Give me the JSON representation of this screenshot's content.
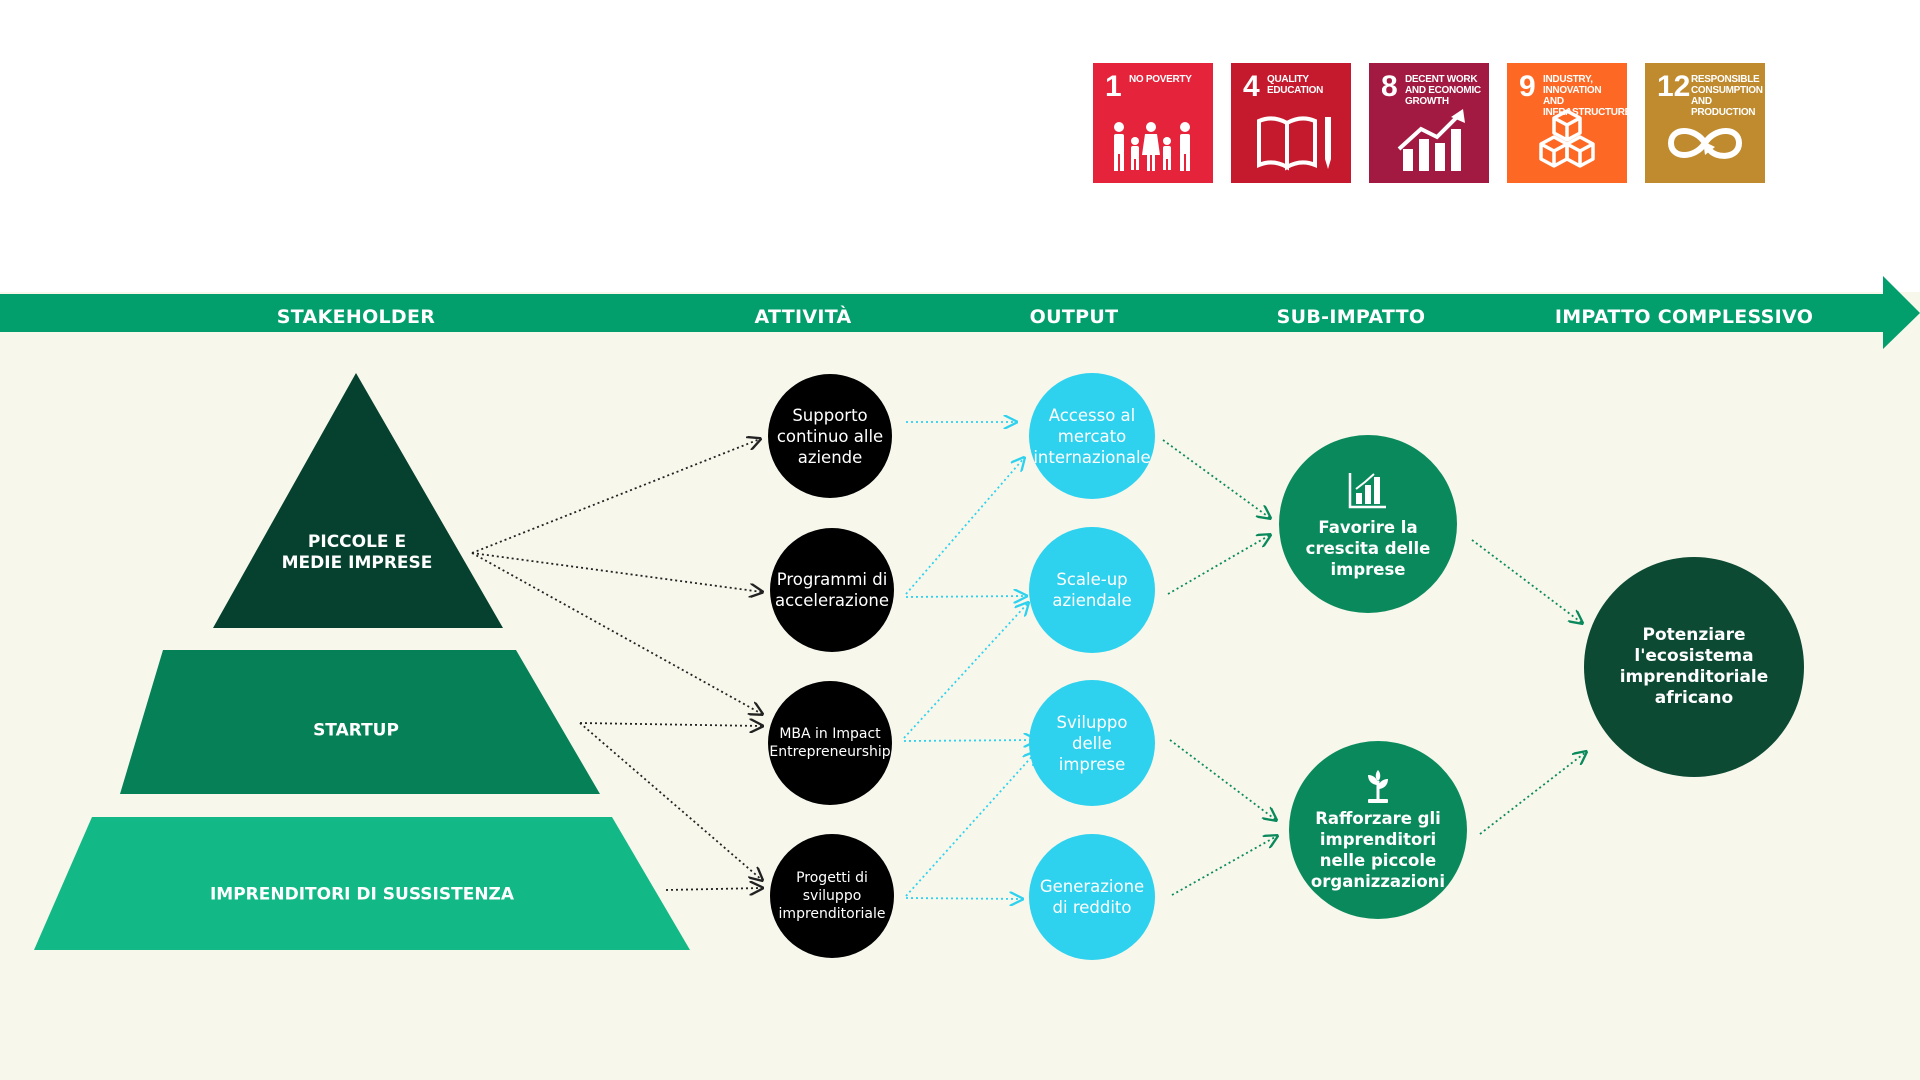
{
  "header": {
    "labels": [
      "STAKEHOLDER",
      "ATTIVITÀ",
      "OUTPUT",
      "SUB-IMPATTO",
      "IMPATTO COMPLESSIVO"
    ]
  },
  "sdgs": [
    {
      "number": "1",
      "title": "No poverty",
      "color": "#e5243b",
      "icon": "family-icon"
    },
    {
      "number": "4",
      "title": "Quality education",
      "color": "#c5192d",
      "icon": "book-pencil-icon"
    },
    {
      "number": "8",
      "title": "Decent work and economic growth",
      "color": "#a21942",
      "icon": "growth-chart-icon"
    },
    {
      "number": "9",
      "title": "Industry, innovation and infrastructure",
      "color": "#fd6925",
      "icon": "cubes-icon"
    },
    {
      "number": "12",
      "title": "Responsible consumption and production",
      "color": "#bf8b2e",
      "icon": "infinity-icon"
    }
  ],
  "stakeholders": [
    {
      "label": "PICCOLE E\nMEDIE IMPRESE",
      "color": "#06402e"
    },
    {
      "label": "STARTUP",
      "color": "#058057"
    },
    {
      "label": "IMPRENDITORI DI SUSSISTENZA",
      "color": "#12b886"
    }
  ],
  "activities": [
    "Supporto continuo alle aziende",
    "Programmi di accelerazione",
    "MBA in Impact Entrepreneurship",
    "Progetti di sviluppo imprenditoriale"
  ],
  "outputs": [
    "Accesso al mercato internazionale",
    "Scale-up aziendale",
    "Sviluppo delle imprese",
    "Generazione di reddito"
  ],
  "sub_impacts": [
    {
      "label": "Favorire la crescita delle imprese",
      "icon": "bar-chart-icon"
    },
    {
      "label": "Rafforzare gli imprenditori nelle piccole organizzazioni",
      "icon": "sprout-icon"
    }
  ],
  "impact": "Potenziare l'ecosistema imprenditoriale africano",
  "colors": {
    "band": "#029e6c",
    "background": "#f7f7ec",
    "activity": "#000000",
    "output": "#2fd2ee",
    "sub_impact": "#0a8a5c",
    "impact": "#0d4a34",
    "connector_dark": "#222222",
    "connector_cyan": "#2fd2ee",
    "connector_green": "#0a8a5c"
  }
}
